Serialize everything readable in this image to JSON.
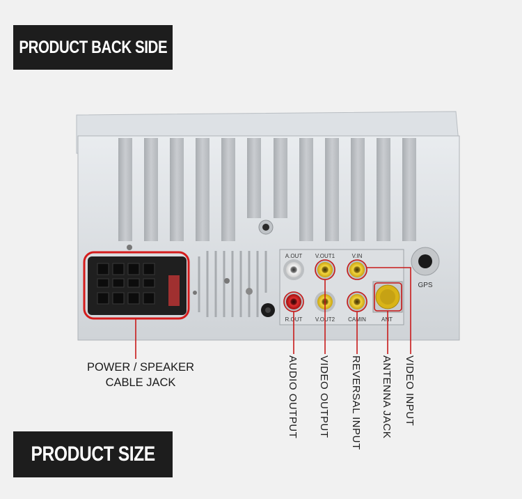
{
  "banners": {
    "top": "PRODUCT BACK SIDE",
    "bottom": "PRODUCT SIZE"
  },
  "device": {
    "port_labels": {
      "rca_top_left": "A.OUT",
      "rca_top_mid": "V.OUT1",
      "rca_top_right": "V.IN",
      "rca_bottom_left": "R.OUT",
      "rca_bottom_mid": "V.OUT2",
      "rca_bottom_right": "CAMIN",
      "ant": "ANT",
      "gps": "GPS"
    }
  },
  "callouts": {
    "power_line1": "POWER / SPEAKER",
    "power_line2": "CABLE JACK",
    "audio_output": "AUDIO OUTPUT",
    "video_output": "VIDEO OUTPUT",
    "reversal_input": "REVERSAL INPUT",
    "antenna_jack": "ANTENNA JACK",
    "video_input": "VIDEO INPUT"
  },
  "colors": {
    "callout_red": "#c81a1a",
    "banner_bg": "#1d1d1d",
    "rca_yellow": "#e8c51a",
    "rca_red": "#c01818"
  }
}
